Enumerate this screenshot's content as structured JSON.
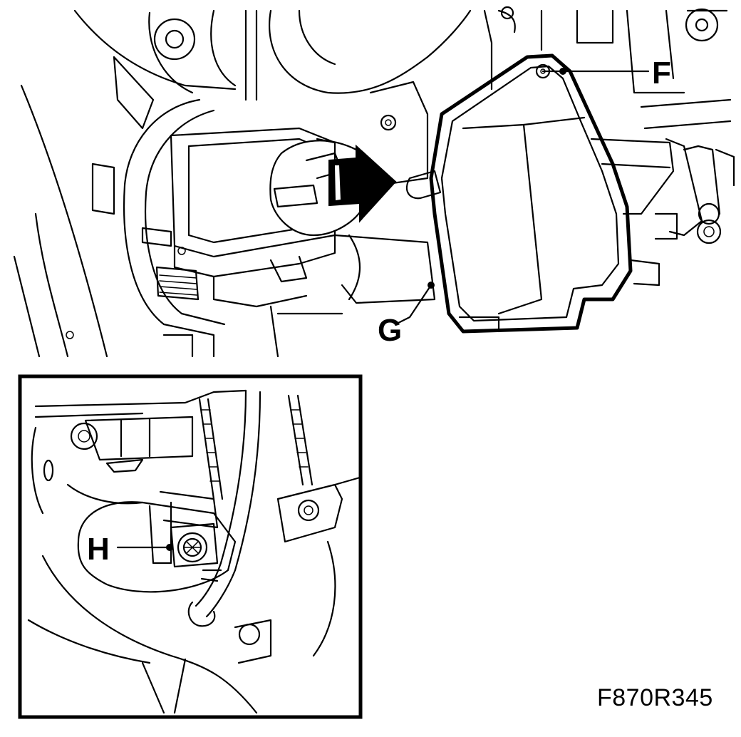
{
  "callouts": {
    "f": "F",
    "g": "G",
    "h": "H"
  },
  "figure_code": "F870R345",
  "colors": {
    "line": "#000000",
    "background": "#ffffff"
  },
  "icons": {
    "direction_arrow": "removal-direction-arrow-icon"
  }
}
